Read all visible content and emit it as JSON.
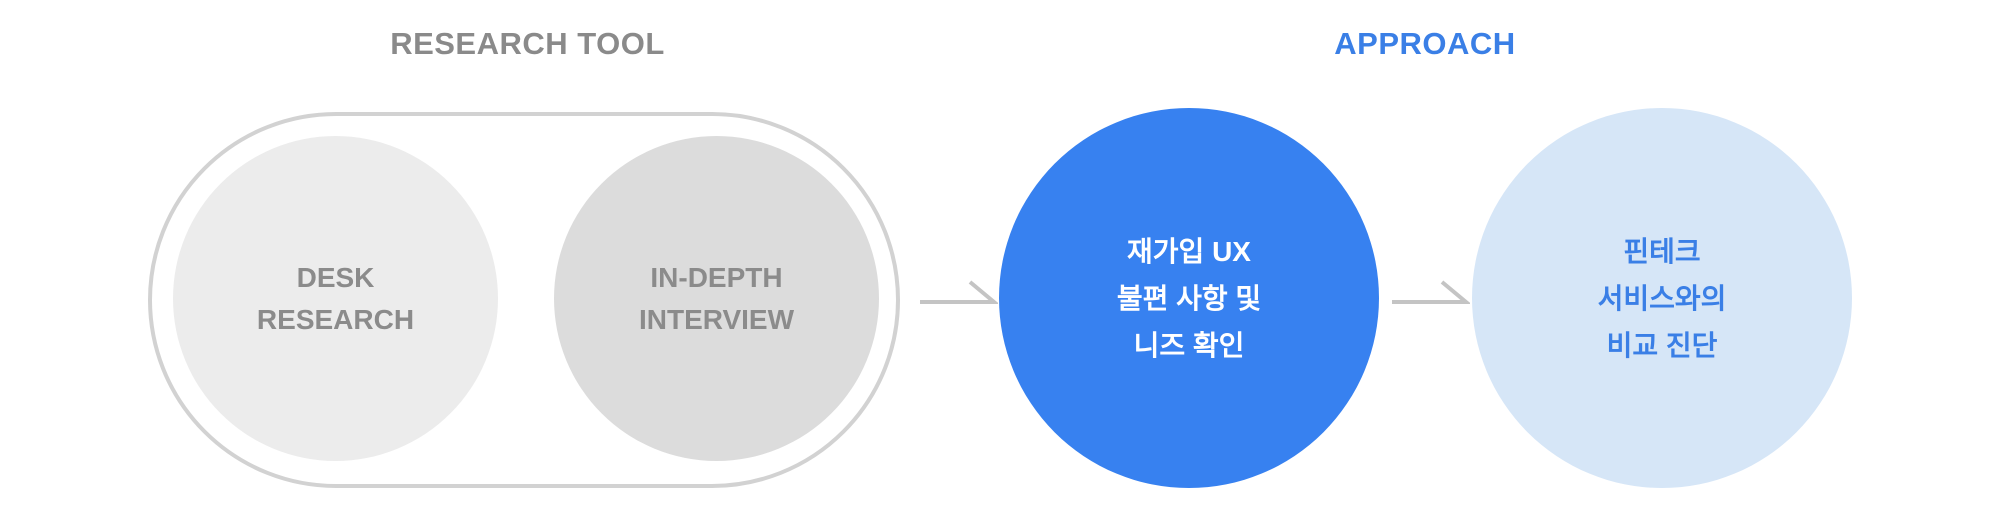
{
  "headings": {
    "research_tool": "RESEARCH TOOL",
    "approach": "APPROACH"
  },
  "research_tool": {
    "desk_research": [
      "DESK",
      "RESEARCH"
    ],
    "in_depth_interview": [
      "IN-DEPTH",
      "INTERVIEW"
    ]
  },
  "approach": {
    "rejoin": [
      "재가입 UX",
      "불편 사항 및",
      "니즈 확인"
    ],
    "fintech": [
      "핀테크",
      "서비스와의",
      "비교 진단"
    ]
  },
  "colors": {
    "accent_blue": "#3781f0",
    "light_blue": "#d6e6f7",
    "gray_text": "#8b8b8b",
    "light_gray": "#ececec",
    "mid_gray": "#dcdcdc",
    "outline_gray": "#d2d2d2"
  }
}
